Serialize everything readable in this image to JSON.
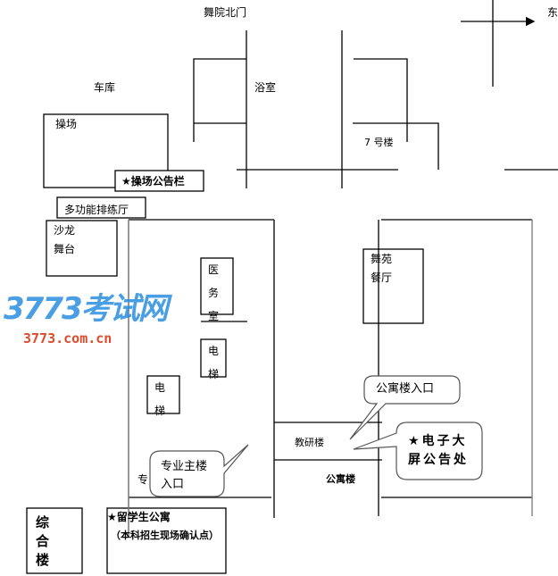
{
  "title": "舞院北门",
  "compass": {
    "east": "东"
  },
  "labels": {
    "garage": "车库",
    "bathroom": "浴室",
    "building7": "7 号楼",
    "playground": "操场",
    "playground_board": "★操场公告栏",
    "rehearsal_hall": "多功能排练厅",
    "salon_stage_1": "沙龙",
    "salon_stage_2": "舞台",
    "clinic": "医务室",
    "elevator_1": "电梯",
    "elevator_2": "电梯",
    "canteen_1": "舞苑",
    "canteen_2": "餐厅",
    "teaching_research": "教研楼",
    "apartment": "公寓楼",
    "zhuan": "专",
    "complex_building": "综合楼",
    "intl_apartment_1": "★留学生公寓",
    "intl_apartment_2": "（本科招生现场确认点）"
  },
  "callouts": {
    "apartment_entrance": "公寓楼入口",
    "screen_board": "★电子大屏公告处",
    "main_building_entrance": "专业主楼入口"
  },
  "watermark": {
    "logo": "3773考试网",
    "url": "3773.com.cn"
  }
}
